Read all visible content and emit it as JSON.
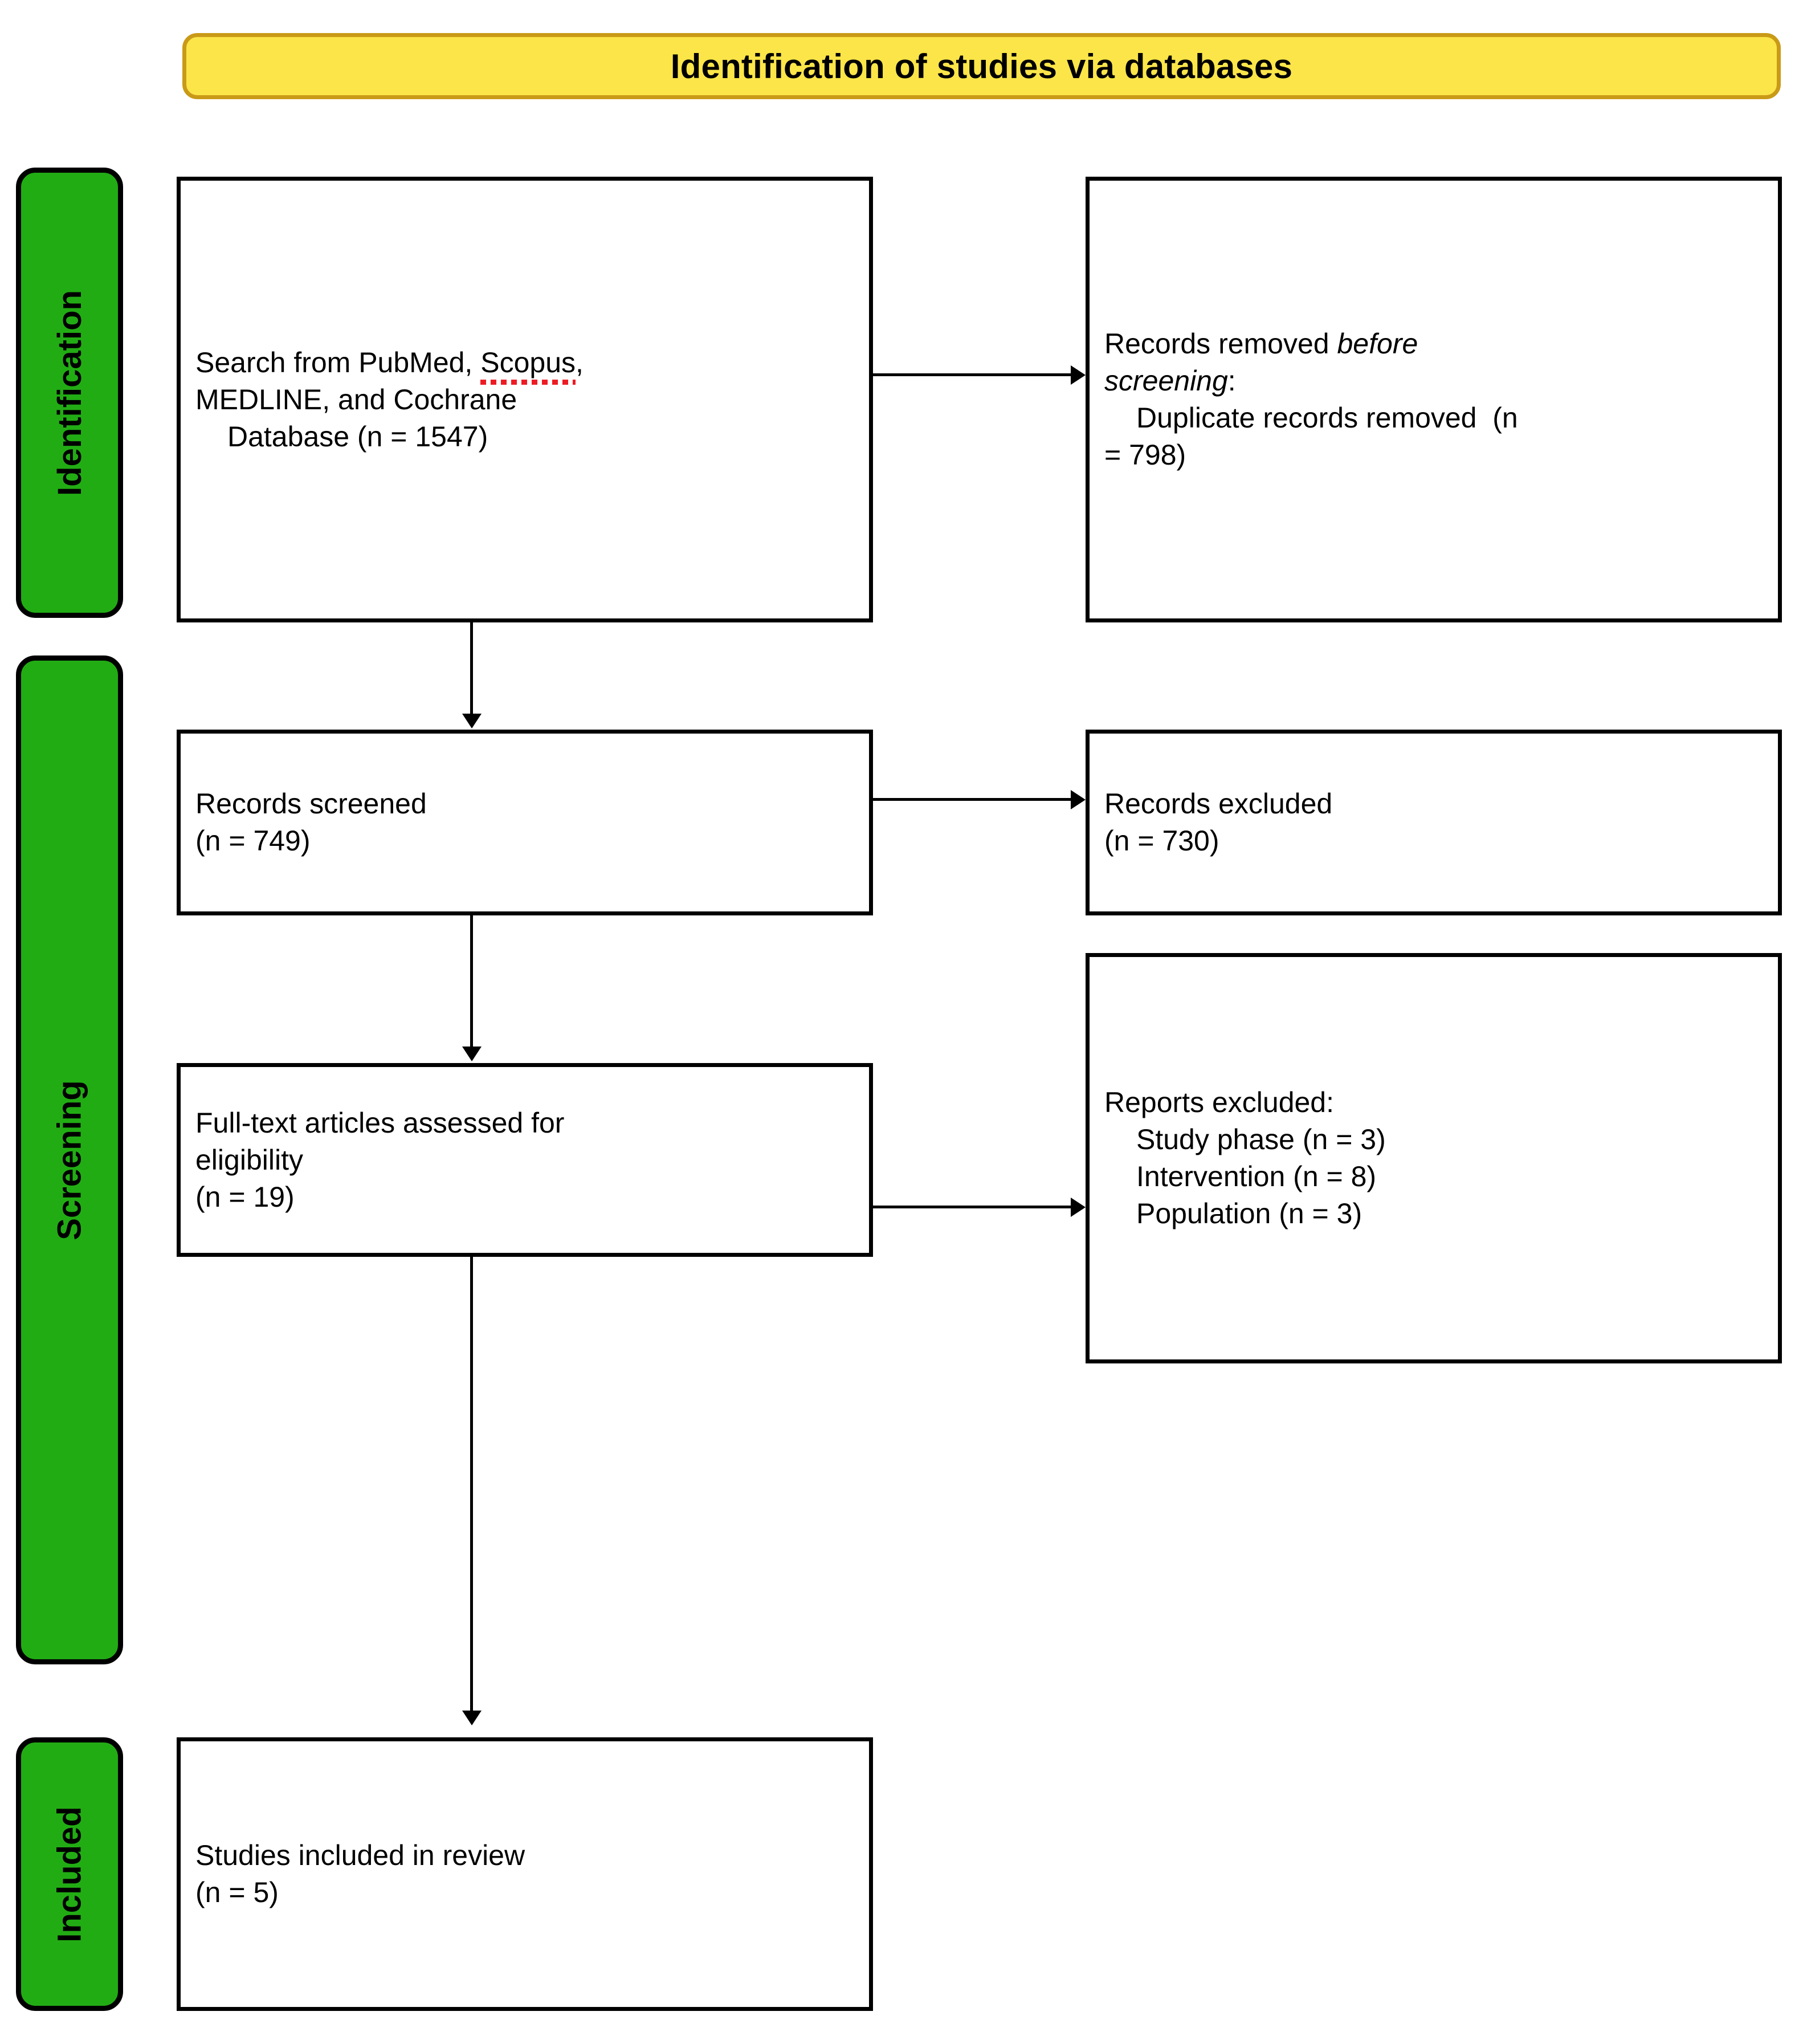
{
  "header": {
    "title": "Identification of studies via databases",
    "fill_color": "#FCE549",
    "border_color": "#C99A17"
  },
  "stages": {
    "color": "#22AC14",
    "items": [
      {
        "id": "identification",
        "label": "Identification"
      },
      {
        "id": "screening",
        "label": "Screening"
      },
      {
        "id": "included",
        "label": "Included"
      }
    ]
  },
  "boxes": {
    "search": {
      "line1_a": "Search from PubMed, ",
      "line1_b": "Scopus",
      "line1_c": ",",
      "line2": "MEDLINE, and Cochrane",
      "line3": "Database (n = 1547)",
      "spellcheck_word": "Scopus",
      "spellcheck_color": "#ED1C24"
    },
    "removed": {
      "line1_a": "Records removed ",
      "line1_em": "before",
      "line2_em": "screening",
      "line2_b": ":",
      "line3": "Duplicate records removed  (n",
      "line4": "= 798)"
    },
    "screened": {
      "line1": "Records screened",
      "line2": "(n = 749)"
    },
    "excluded": {
      "line1": "Records excluded",
      "line2": "(n = 730)"
    },
    "fulltext": {
      "line1": "Full-text articles assessed for",
      "line2": "eligibility",
      "line3": "(n = 19)"
    },
    "reports": {
      "line1": "Reports excluded:",
      "line2": "Study phase (n = 3)",
      "line3": "Intervention (n = 8)",
      "line4": "Population (n = 3)"
    },
    "included": {
      "line1": "Studies included in review",
      "line2": "(n = 5)"
    }
  },
  "connectors": [
    {
      "name": "search-to-removed",
      "type": "horizontal"
    },
    {
      "name": "search-to-screened",
      "type": "vertical"
    },
    {
      "name": "screened-to-excluded",
      "type": "horizontal"
    },
    {
      "name": "screened-to-fulltext",
      "type": "vertical"
    },
    {
      "name": "fulltext-to-reports",
      "type": "horizontal"
    },
    {
      "name": "fulltext-to-included",
      "type": "vertical"
    }
  ]
}
